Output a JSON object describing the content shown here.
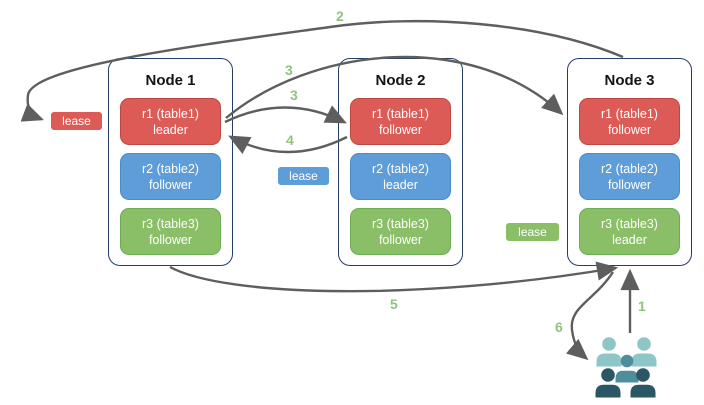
{
  "nodes": [
    {
      "title": "Node 1",
      "replicas": [
        {
          "name": "r1 (table1)",
          "role": "leader",
          "color": "red"
        },
        {
          "name": "r2 (table2)",
          "role": "follower",
          "color": "blue"
        },
        {
          "name": "r3 (table3)",
          "role": "follower",
          "color": "green"
        }
      ]
    },
    {
      "title": "Node 2",
      "replicas": [
        {
          "name": "r1 (table1)",
          "role": "follower",
          "color": "red"
        },
        {
          "name": "r2 (table2)",
          "role": "leader",
          "color": "blue"
        },
        {
          "name": "r3 (table3)",
          "role": "follower",
          "color": "green"
        }
      ]
    },
    {
      "title": "Node 3",
      "replicas": [
        {
          "name": "r1 (table1)",
          "role": "follower",
          "color": "red"
        },
        {
          "name": "r2 (table2)",
          "role": "follower",
          "color": "blue"
        },
        {
          "name": "r3 (table3)",
          "role": "leader",
          "color": "green"
        }
      ]
    }
  ],
  "leases": [
    {
      "text": "lease",
      "color": "red"
    },
    {
      "text": "lease",
      "color": "blue"
    },
    {
      "text": "lease",
      "color": "green"
    }
  ],
  "steps": {
    "s1": "1",
    "s2": "2",
    "s3a": "3",
    "s3b": "3",
    "s4": "4",
    "s5": "5",
    "s6": "6"
  },
  "icons": {
    "users": "users-group-icon"
  },
  "colors": {
    "background": "#FFFFFF",
    "replica_red": "#DC5B57",
    "replica_red_border": "#BE4742",
    "replica_blue": "#5E9DD8",
    "replica_blue_border": "#4A8BC9",
    "replica_green": "#8ABF68",
    "replica_green_border": "#6AAE53",
    "node_border": "#243E63",
    "arrow": "#5E5E5E",
    "step_label": "#8FC47D",
    "users_light": "#8EC6C7",
    "users_mid": "#4E8D9C",
    "users_dark": "#2A5666"
  }
}
